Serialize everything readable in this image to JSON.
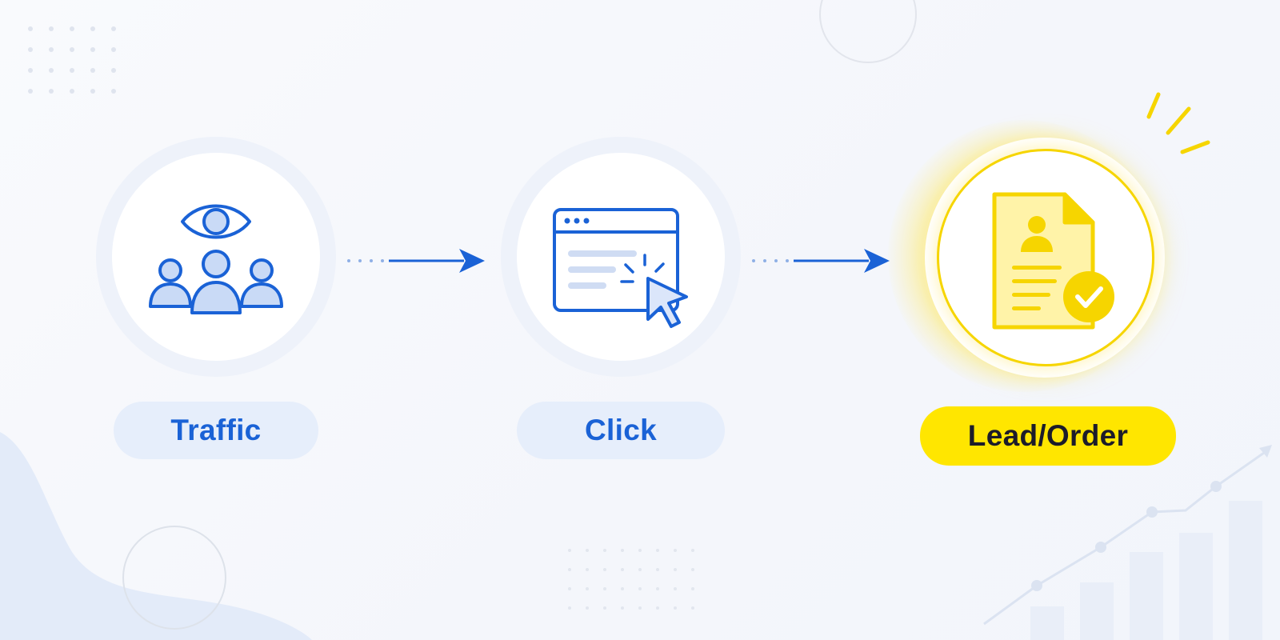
{
  "steps": [
    {
      "id": "traffic",
      "label": "Traffic",
      "icon": "eye-audience-icon"
    },
    {
      "id": "click",
      "label": "Click",
      "icon": "browser-click-icon"
    },
    {
      "id": "lead",
      "label": "Lead/Order",
      "icon": "document-check-icon"
    }
  ],
  "colors": {
    "primary_blue": "#1a62d6",
    "light_blue": "#dfe9fb",
    "accent_yellow": "#ffe600",
    "lead_text": "#1c1c2a",
    "background": "#f6f8fc"
  }
}
